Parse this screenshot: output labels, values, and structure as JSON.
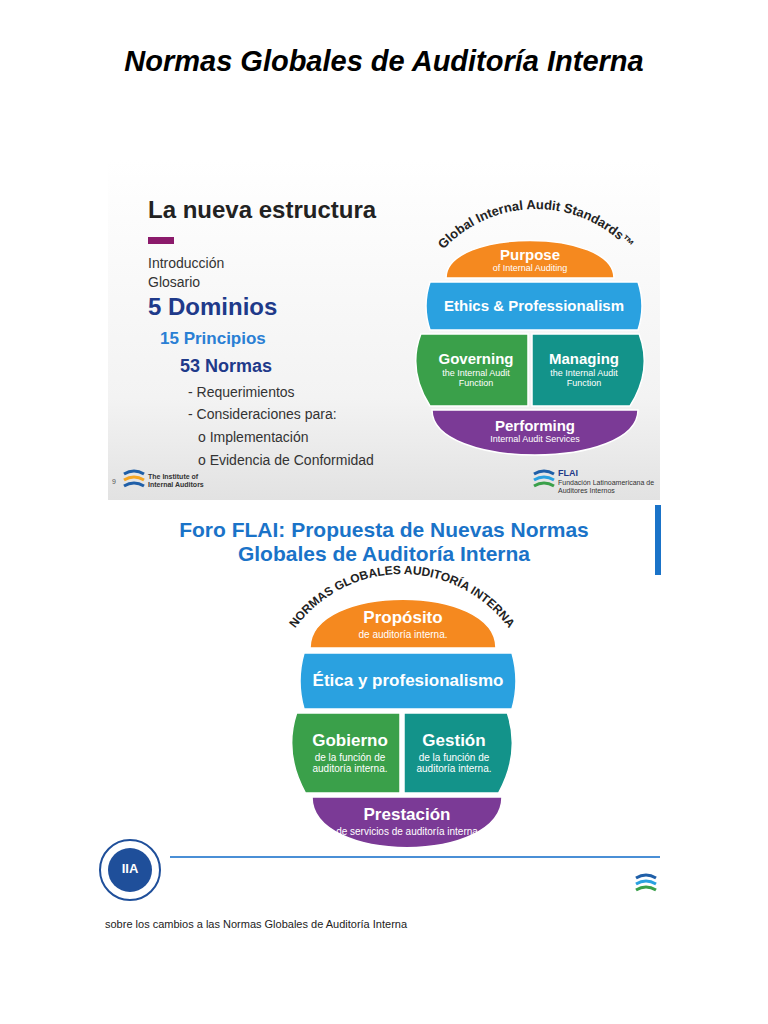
{
  "diagram": {
    "title": "Normas Globales de Auditoría Interna",
    "caption": "sobre los cambios a las Normas Globales de Auditoría Interna",
    "nodes": [
      {
        "text": [
          "Purpose",
          "of Internal Auditing"
        ]
      },
      {
        "text": [
          "Ethics & Professionalism"
        ]
      },
      {
        "text": [
          "Governing",
          "the Internal Audit Function"
        ]
      },
      {
        "text": [
          "Managing",
          "the Internal Audit Function"
        ]
      },
      {
        "text": [
          "Performing",
          "Internal Audit Services"
        ]
      },
      {
        "text": [
          "Propósito",
          "de auditoría interna."
        ]
      },
      {
        "text": [
          "Ética y profesionalismo"
        ]
      },
      {
        "text": [
          "Gobierno",
          "de la función de auditoría interna."
        ]
      },
      {
        "text": [
          "Gestión",
          "de la función de auditoría interna."
        ]
      },
      {
        "text": [
          "Prestación",
          "de servicios de auditoría interna"
        ]
      }
    ],
    "labels": [
      "La nueva estructura",
      "Introducción",
      "Glosario",
      "5 Dominios",
      "15 Principios",
      "53 Normas",
      "- Requerimientos",
      "- Consideraciones para:",
      "o Implementación",
      "o Evidencia de Conformidad",
      "9",
      "The Institute of Internal Auditors",
      "FLAI",
      "Fundación Latinoamericana de Auditores Internos",
      "Global Internal Audit Standards™",
      "Foro FLAI: Propuesta de Nuevas Normas Globales de Auditoría Interna",
      "NORMAS GLOBALES AUDITORÍA INTERNA",
      "IIA"
    ]
  }
}
